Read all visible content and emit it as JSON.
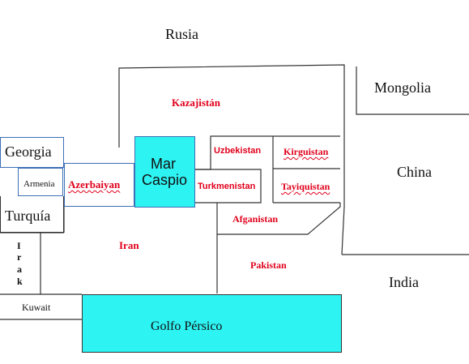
{
  "regions": {
    "rusia": "Rusia",
    "mongolia": "Mongolia",
    "kazajistan": "Kazajistán",
    "uzbekistan": "Uzbekistan",
    "kirguistan": "Kirguistan",
    "georgia": "Georgia",
    "armenia": "Armenia",
    "azerbaiyan": "Azerbaiyan",
    "mar_caspio_line1": "Mar",
    "mar_caspio_line2": "Caspio",
    "turkmenistan": "Turkmenistan",
    "tayiquistan": "Tayiquistan",
    "china": "China",
    "turquia": "Turquía",
    "afganistan": "Afganistan",
    "irak": [
      "I",
      "r",
      "a",
      "k"
    ],
    "iran": "Iran",
    "pakistan": "Pakistan",
    "india": "India",
    "kuwait": "Kuwait",
    "golfo_persico": "Golfo Pérsico"
  },
  "colors": {
    "water": "#2ef3f3",
    "red_label": "#e0001b",
    "line": "#333333",
    "blue_border": "#3b6fb6"
  }
}
